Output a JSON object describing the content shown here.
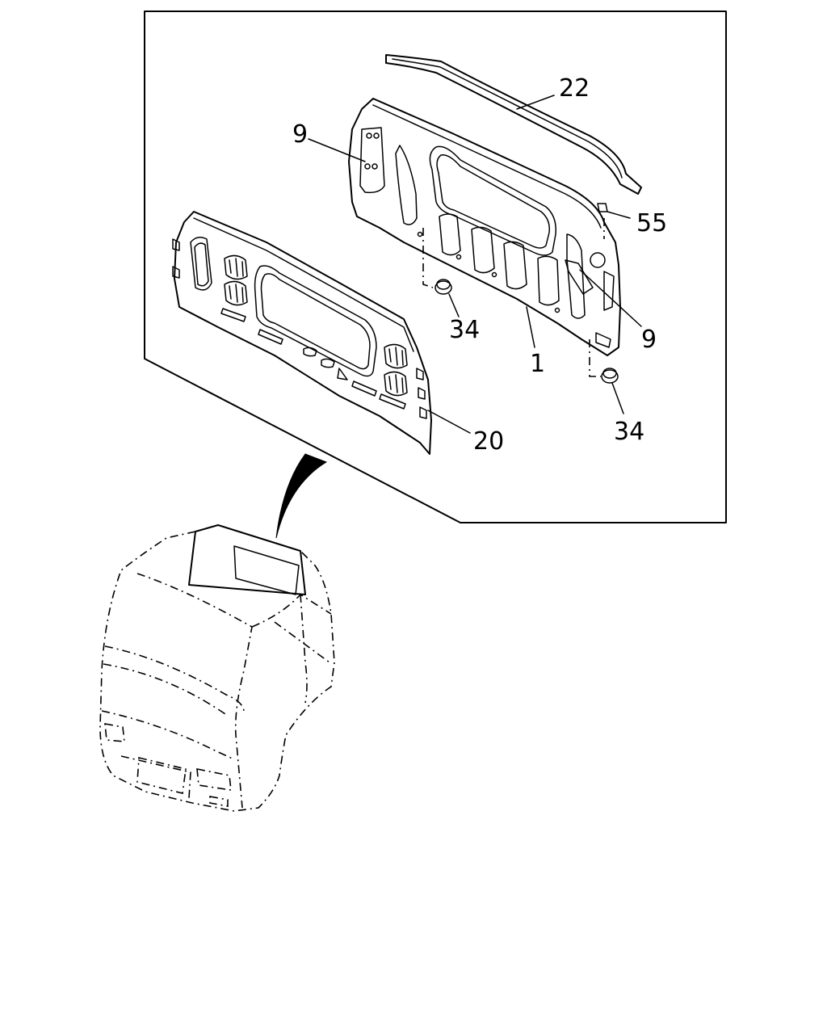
{
  "callouts": {
    "c22": "22",
    "c9_top": "9",
    "c55": "55",
    "c34_mid": "34",
    "c1": "1",
    "c9_right": "9",
    "c34_right": "34",
    "c20": "20"
  }
}
